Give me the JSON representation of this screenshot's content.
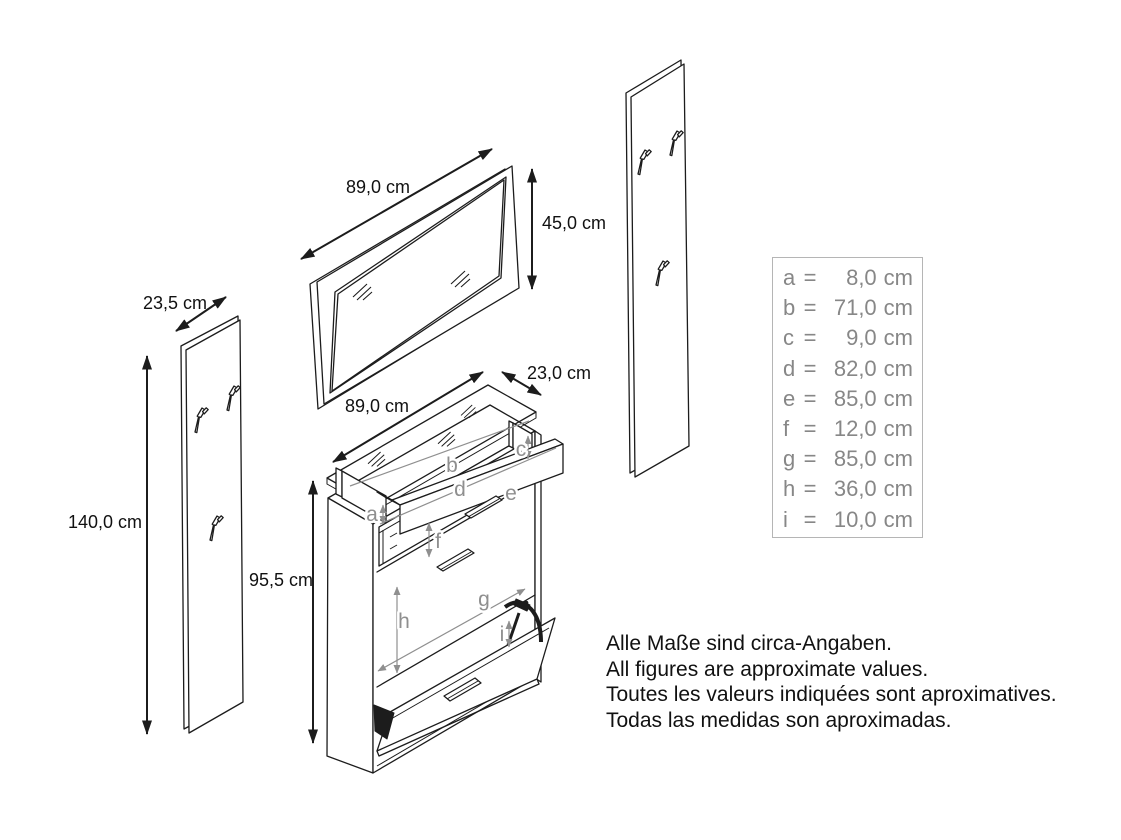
{
  "diagram": {
    "mirror": {
      "width_label": "89,0 cm",
      "height_label": "45,0 cm"
    },
    "coat_panel": {
      "width_label": "23,5 cm",
      "height_label": "140,0 cm"
    },
    "cabinet": {
      "width_label": "89,0 cm",
      "depth_label": "23,0 cm",
      "height_label": "95,5 cm"
    },
    "part_letters": {
      "a": "a",
      "b": "b",
      "c": "c",
      "d": "d",
      "e": "e",
      "f": "f",
      "g": "g",
      "h": "h",
      "i": "i"
    }
  },
  "legend": {
    "equals": "=",
    "unit": "cm",
    "entries": [
      {
        "letter": "a",
        "value": "8,0"
      },
      {
        "letter": "b",
        "value": "71,0"
      },
      {
        "letter": "c",
        "value": "9,0"
      },
      {
        "letter": "d",
        "value": "82,0"
      },
      {
        "letter": "e",
        "value": "85,0"
      },
      {
        "letter": "f",
        "value": "12,0"
      },
      {
        "letter": "g",
        "value": "85,0"
      },
      {
        "letter": "h",
        "value": "36,0"
      },
      {
        "letter": "i",
        "value": "10,0"
      }
    ]
  },
  "notes": {
    "lines": [
      "Alle Maße sind circa-Angaben.",
      "All figures are approximate values.",
      "Toutes les valeurs indiquées sont aproximatives.",
      "Todas las medidas son aproximadas."
    ]
  },
  "colors": {
    "line": "#1c1c1c",
    "dimension_gray": "#8f8f8f",
    "legend_text": "#878787",
    "legend_border": "#b5b5b5",
    "background": "#ffffff"
  }
}
